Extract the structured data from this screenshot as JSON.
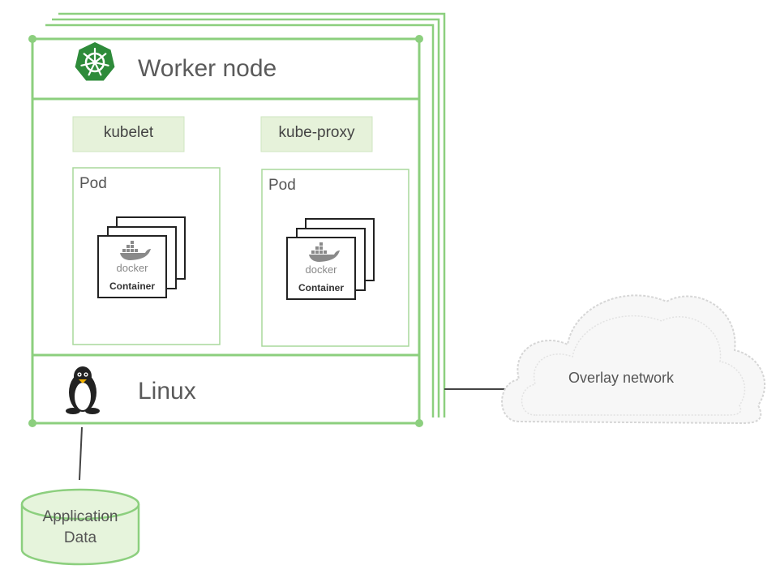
{
  "node": {
    "title": "Worker node",
    "os_label": "Linux",
    "components": [
      {
        "label": "kubelet"
      },
      {
        "label": "kube-proxy"
      }
    ],
    "pods": [
      {
        "label": "Pod",
        "container_brand": "docker",
        "container_label": "Container"
      },
      {
        "label": "Pod",
        "container_brand": "docker",
        "container_label": "Container"
      }
    ]
  },
  "network": {
    "label": "Overlay network"
  },
  "storage": {
    "label": "Application Data"
  },
  "colors": {
    "node_border": "#8ccf7e",
    "component_fill": "#e6f2da",
    "kubernetes_logo": "#2e8b3a",
    "cylinder_fill": "#e6f4dc",
    "connector": "#444444"
  }
}
